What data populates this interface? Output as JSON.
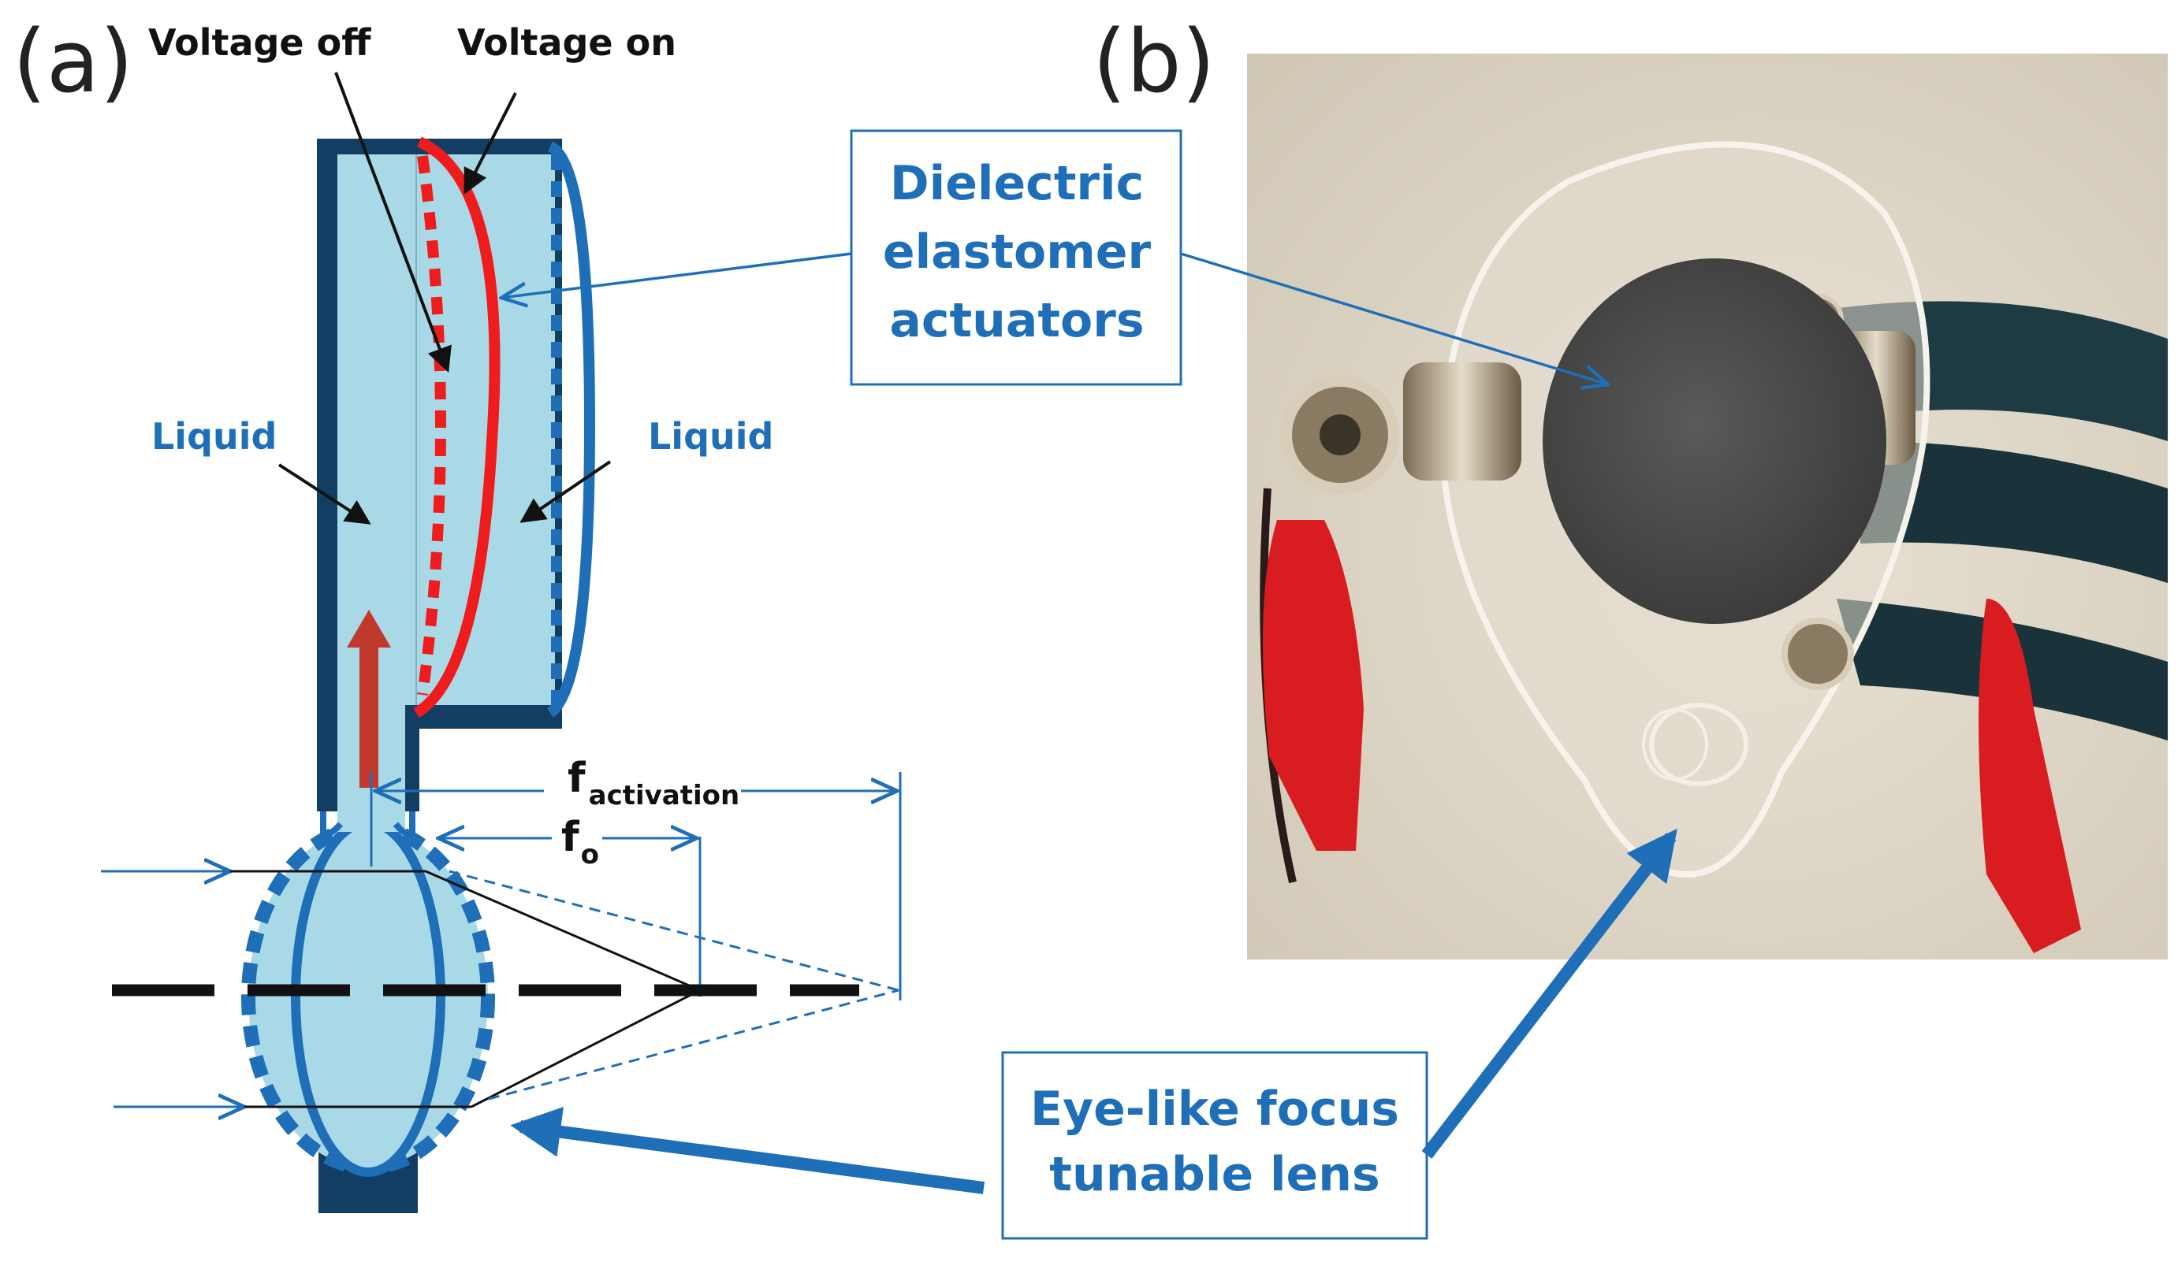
{
  "panels": {
    "a": "(a)",
    "b": "(b)"
  },
  "labels": {
    "voltage_off": "Voltage off",
    "voltage_on": "Voltage on",
    "liquid_left": "Liquid",
    "liquid_right": "Liquid",
    "focal_activation_main": "f",
    "focal_activation_sub": "activation",
    "focal_o_main": "f",
    "focal_o_sub": "o"
  },
  "callouts": {
    "dielectric": [
      "Dielectric",
      "elastomer",
      "actuators"
    ],
    "lens": [
      "Eye-like focus",
      "tunable lens"
    ]
  },
  "colors": {
    "chamber_fill": "#a9d9e6",
    "outline_dark": "#123e63",
    "membrane_blue": "#1f6fb8",
    "membrane_red": "#ee1c1c",
    "arrow_red": "#c0392b",
    "label_blue": "#1f6fb8"
  },
  "icons": {
    "photo": "photograph-of-tunable-lens-device"
  }
}
